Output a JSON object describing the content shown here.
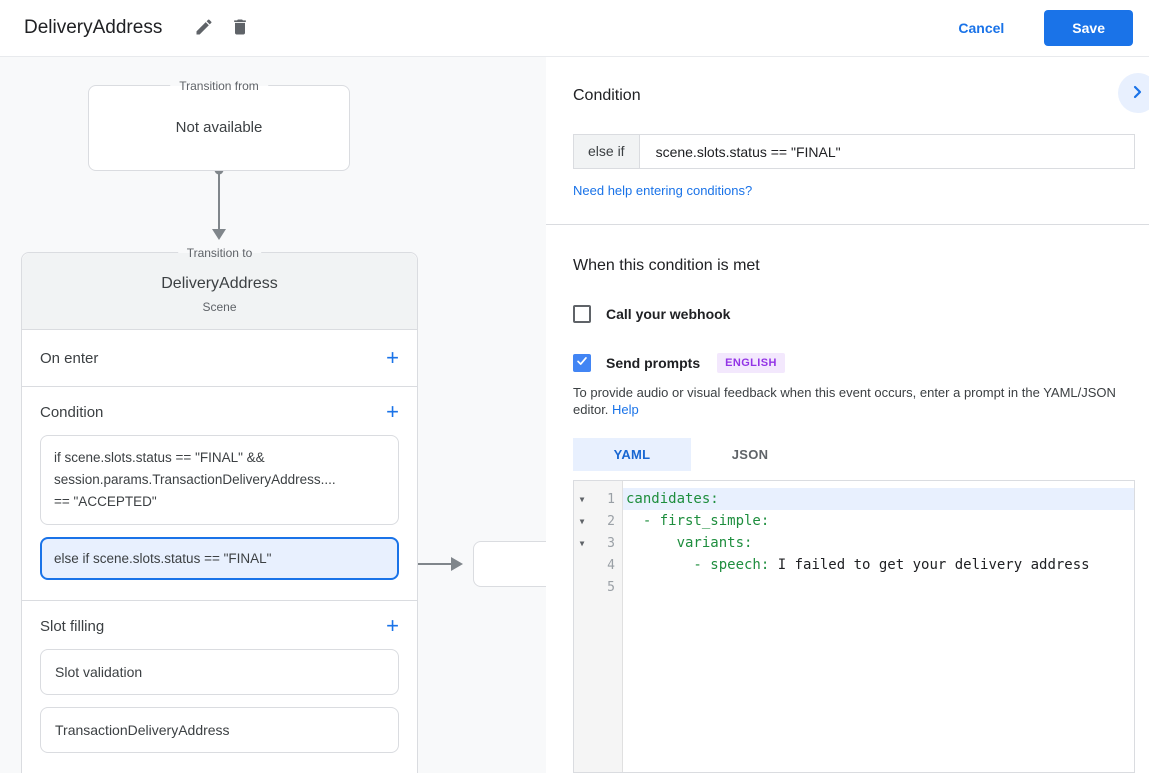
{
  "header": {
    "title": "DeliveryAddress",
    "cancel": "Cancel",
    "save": "Save"
  },
  "diagram": {
    "transition_from": {
      "legend": "Transition from",
      "value": "Not available"
    },
    "transition_to": {
      "legend": "Transition to",
      "name": "DeliveryAddress",
      "type": "Scene",
      "on_enter_label": "On enter",
      "condition_label": "Condition",
      "condition_if_lines": [
        "if scene.slots.status == \"FINAL\" &&",
        "session.params.TransactionDeliveryAddress....",
        "== \"ACCEPTED\""
      ],
      "condition_else_if": "else if scene.slots.status == \"FINAL\"",
      "slot_filling_label": "Slot filling",
      "slot_items": [
        "Slot validation",
        "TransactionDeliveryAddress"
      ]
    }
  },
  "panel": {
    "title": "Condition",
    "condition_operator": "else if",
    "condition_value": "scene.slots.status == \"FINAL\"",
    "help_link": "Need help entering conditions?",
    "when_met_title": "When this condition is met",
    "webhook_label": "Call your webhook",
    "send_prompts_label": "Send prompts",
    "language_badge": "ENGLISH",
    "prompt_help_text": "To provide audio or visual feedback when this event occurs, enter a prompt in the YAML/JSON editor. ",
    "prompt_help_link": "Help",
    "tabs": {
      "yaml": "YAML",
      "json": "JSON"
    },
    "editor": {
      "lines": [
        {
          "num": "1",
          "key": "candidates:",
          "value": ""
        },
        {
          "num": "2",
          "key": "  - first_simple:",
          "value": ""
        },
        {
          "num": "3",
          "key": "      variants:",
          "value": ""
        },
        {
          "num": "4",
          "key": "        - speech:",
          "value": " I failed to get your delivery address"
        },
        {
          "num": "5",
          "key": "",
          "value": ""
        }
      ]
    }
  },
  "colors": {
    "accent": "#1a73e8",
    "selected_bg": "#e8f0fe",
    "code_key": "#1e8e3e",
    "badge_bg": "#f3e8fd",
    "badge_text": "#9334e6"
  }
}
